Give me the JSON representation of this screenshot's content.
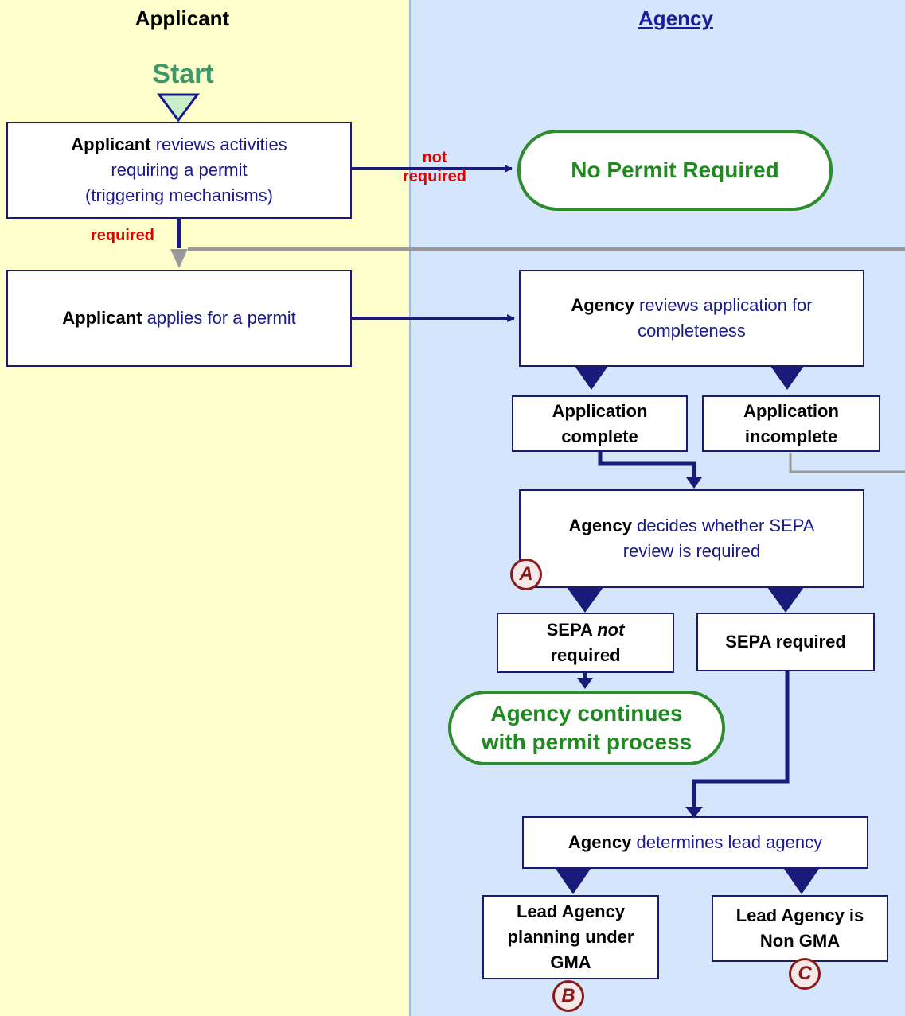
{
  "lanes": {
    "applicant": "Applicant",
    "agency": "Agency"
  },
  "start": "Start",
  "nodes": {
    "review_activities": {
      "bold": "Applicant",
      "line1": " reviews activities",
      "line2": "requiring a permit",
      "line3": "(triggering mechanisms)"
    },
    "no_permit": "No Permit Required",
    "applies": {
      "bold": "Applicant",
      "rest": " applies for a permit"
    },
    "agency_review": {
      "bold": "Agency",
      "line1": " reviews application for",
      "line2": "completeness"
    },
    "app_complete": {
      "line1": "Application",
      "line2": "complete"
    },
    "app_incomplete": {
      "line1": "Application",
      "line2": "incomplete"
    },
    "sepa_decide": {
      "bold": "Agency",
      "line1": " decides whether SEPA",
      "line2": "review is required"
    },
    "sepa_not_required": {
      "part1": "SEPA ",
      "italic": "not",
      "line2": "required"
    },
    "sepa_required": "SEPA required",
    "continues": {
      "line1": "Agency continues",
      "line2": "with permit process"
    },
    "lead_agency": {
      "bold": "Agency",
      "rest": " determines lead agency"
    },
    "lead_gma": {
      "line1": "Lead Agency",
      "line2": "planning under",
      "line3": "GMA"
    },
    "lead_non_gma": {
      "line1": "Lead Agency is",
      "line2": "Non GMA"
    }
  },
  "edge_labels": {
    "not_required_1": "not",
    "not_required_2": "required",
    "required": "required"
  },
  "markers": {
    "a": "A",
    "b": "B",
    "c": "C"
  }
}
